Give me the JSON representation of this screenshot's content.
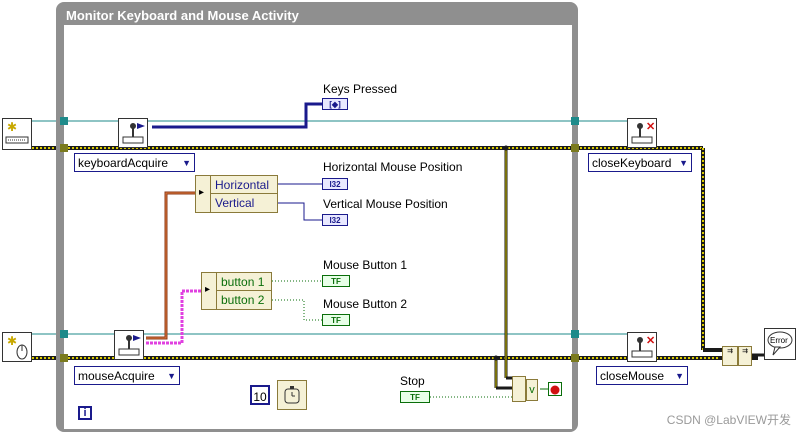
{
  "loop": {
    "title": "Monitor Keyboard and Mouse Activity",
    "count_label": "i"
  },
  "indicators": {
    "keys_pressed": "Keys Pressed",
    "horizontal_mouse_position": "Horizontal Mouse Position",
    "vertical_mouse_position": "Vertical Mouse Position",
    "mouse_button_1": "Mouse Button 1",
    "mouse_button_2": "Mouse Button 2",
    "stop": "Stop"
  },
  "terminals": {
    "i32": "I32",
    "tf": "TF",
    "array": "[◆]"
  },
  "rings": {
    "keyboard_acquire": "keyboardAcquire",
    "mouse_acquire": "mouseAcquire",
    "close_keyboard": "closeKeyboard",
    "close_mouse": "closeMouse"
  },
  "unbundle_mouse_pos": [
    "Horizontal",
    "Vertical"
  ],
  "unbundle_buttons": [
    "button 1",
    "button 2"
  ],
  "wait_ms": "10",
  "or_label": "v",
  "error_label": "Error",
  "watermark": "CSDN @LabVIEW开发",
  "colors": {
    "teal_wire": "#1e8a8a",
    "error_wire": "#c8b400",
    "i32_wire": "#1a1a8c",
    "bool_wire": "#0a6e0a",
    "cluster_wire": "#8b3a1a",
    "button_cluster_wire": "#e040e0"
  }
}
